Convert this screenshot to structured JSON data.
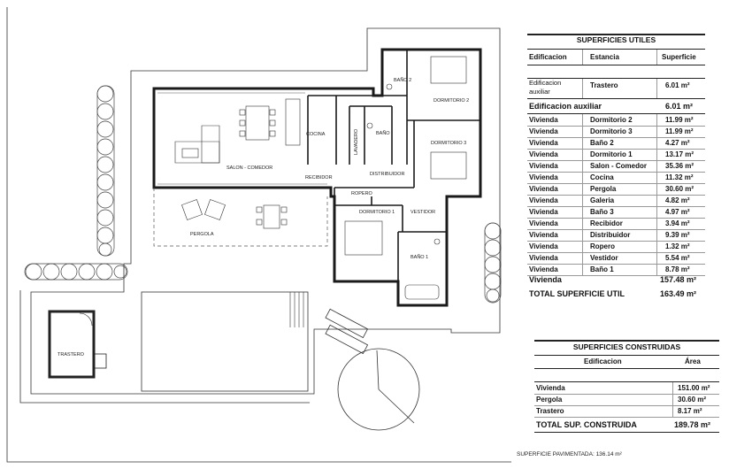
{
  "plan": {
    "rooms": {
      "bano2": "BAÑO 2",
      "dormitorio2": "DORMITORIO 2",
      "dormitorio3": "DORMITORIO 3",
      "cocina": "COCINA",
      "lavadero": "LAVADERO",
      "bano": "BAÑO",
      "salon": "SALON - COMEDOR",
      "distribuidor": "DISTRIBUIDOR",
      "recibidor": "RECIBIDOR",
      "ropero": "ROPERO",
      "dormitorio1": "DORMITORIO 1",
      "vestidor": "VESTIDOR",
      "pergola": "PERGOLA",
      "bano1": "BAÑO 1",
      "trastero": "TRASTERO"
    }
  },
  "utiles": {
    "title": "SUPERFICIES UTILES",
    "headers": [
      "Edificacion",
      "Estancia",
      "Superficie"
    ],
    "aux_row": {
      "edificacion_line1": "Edificacion",
      "edificacion_line2": "auxiliar",
      "estancia": "Trastero",
      "superficie": "6.01 m²"
    },
    "aux_total": {
      "label": "Edificacion auxiliar",
      "value": "6.01 m²"
    },
    "rows": [
      {
        "edificacion": "Vivienda",
        "estancia": "Dormitorio 2",
        "superficie": "11.99 m²"
      },
      {
        "edificacion": "Vivienda",
        "estancia": "Dormitorio 3",
        "superficie": "11.99 m²"
      },
      {
        "edificacion": "Vivienda",
        "estancia": "Baño 2",
        "superficie": "4.27 m²"
      },
      {
        "edificacion": "Vivienda",
        "estancia": "Dormitorio 1",
        "superficie": "13.17 m²"
      },
      {
        "edificacion": "Vivienda",
        "estancia": "Salon - Comedor",
        "superficie": "35.36 m²"
      },
      {
        "edificacion": "Vivienda",
        "estancia": "Cocina",
        "superficie": "11.32 m²"
      },
      {
        "edificacion": "Vivienda",
        "estancia": "Pergola",
        "superficie": "30.60 m²"
      },
      {
        "edificacion": "Vivienda",
        "estancia": "Galeria",
        "superficie": "4.82 m²"
      },
      {
        "edificacion": "Vivienda",
        "estancia": "Baño 3",
        "superficie": "4.97 m²"
      },
      {
        "edificacion": "Vivienda",
        "estancia": "Recibidor",
        "superficie": "3.94 m²"
      },
      {
        "edificacion": "Vivienda",
        "estancia": "Distribuidor",
        "superficie": "9.39 m²"
      },
      {
        "edificacion": "Vivienda",
        "estancia": "Ropero",
        "superficie": "1.32 m²"
      },
      {
        "edificacion": "Vivienda",
        "estancia": "Vestidor",
        "superficie": "5.54 m²"
      },
      {
        "edificacion": "Vivienda",
        "estancia": "Baño 1",
        "superficie": "8.78 m²"
      }
    ],
    "vivienda_total": {
      "label": "Vivienda",
      "value": "157.48 m²"
    },
    "grand_total": {
      "label": "TOTAL SUPERFICIE UTIL",
      "value": "163.49 m²"
    }
  },
  "construidas": {
    "title": "SUPERFICIES CONSTRUIDAS",
    "headers": [
      "Edificacion",
      "Área"
    ],
    "rows": [
      {
        "edificacion": "Vivienda",
        "area": "151.00 m²"
      },
      {
        "edificacion": "Pergola",
        "area": "30.60 m²"
      },
      {
        "edificacion": "Trastero",
        "area": "8.17 m²"
      }
    ],
    "total": {
      "label": "TOTAL SUP. CONSTRUIDA",
      "value": "189.78 m²"
    }
  },
  "footer": "SUPERFICIE PAVIMENTADA: 136.14 m²"
}
